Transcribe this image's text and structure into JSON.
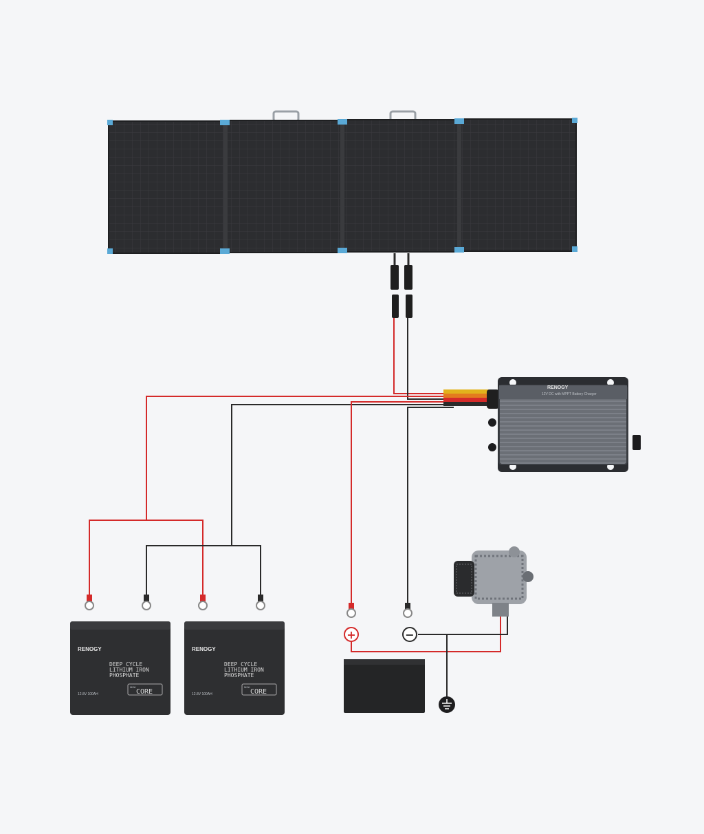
{
  "solar_panel": {
    "panel_count": 4
  },
  "charger": {
    "brand": "RENOGY",
    "label": "12V DC with MPPT Battery Charger"
  },
  "lithium_batteries": [
    {
      "brand": "RENOGY",
      "line1": "DEEP CYCLE",
      "line2": "LITHIUM IRON",
      "line3": "PHOSPHATE",
      "spec": "12.8V 100AH",
      "series_small": "MINI",
      "series": "CORE"
    },
    {
      "brand": "RENOGY",
      "line1": "DEEP CYCLE",
      "line2": "LITHIUM IRON",
      "line3": "PHOSPHATE",
      "spec": "12.8V 100AH",
      "series_small": "MINI",
      "series": "CORE"
    }
  ],
  "starter_battery": {
    "positive_symbol": "+",
    "negative_symbol": "−"
  },
  "colors": {
    "background": "#f5f6f8",
    "positive_wire": "#d42a2a",
    "negative_wire": "#2a2a2a",
    "panel_frame_accent": "#5aa9d6",
    "charger_body": "#6b6f76",
    "battery_body": "#2e2f31"
  },
  "icons": {
    "alternator": "alternator-icon",
    "ground": "ground-icon",
    "positive_terminal": "plus-icon",
    "negative_terminal": "minus-icon"
  }
}
